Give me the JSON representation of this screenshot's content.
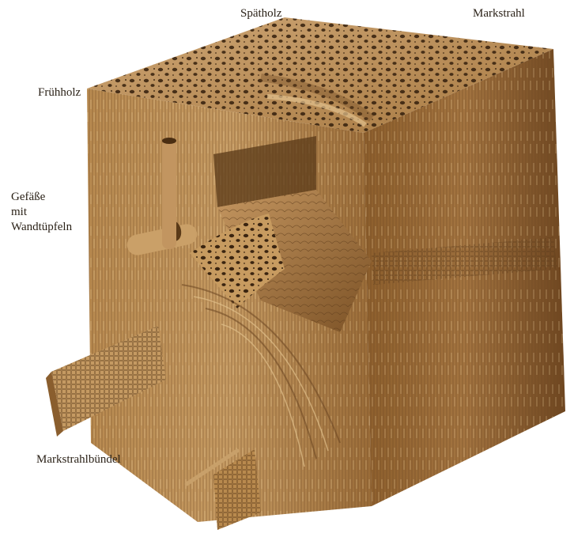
{
  "labels": {
    "spaetholz": "Spätholz",
    "markstrahl": "Markstrahl",
    "fruehholz": "Frühholz",
    "gefaesse_line1": "Gefäße",
    "gefaesse_line2": "mit",
    "gefaesse_line3": "Wandtüpfeln",
    "markstrahlbuendel": "Markstrahlbündel"
  },
  "colors": {
    "background": "#ffffff",
    "wood_light": "#d4b07a",
    "wood_mid": "#b98a4e",
    "wood_dark": "#7a5228",
    "wood_shadow": "#4e3216",
    "pore": "#3a2410",
    "text": "#2b2218"
  }
}
